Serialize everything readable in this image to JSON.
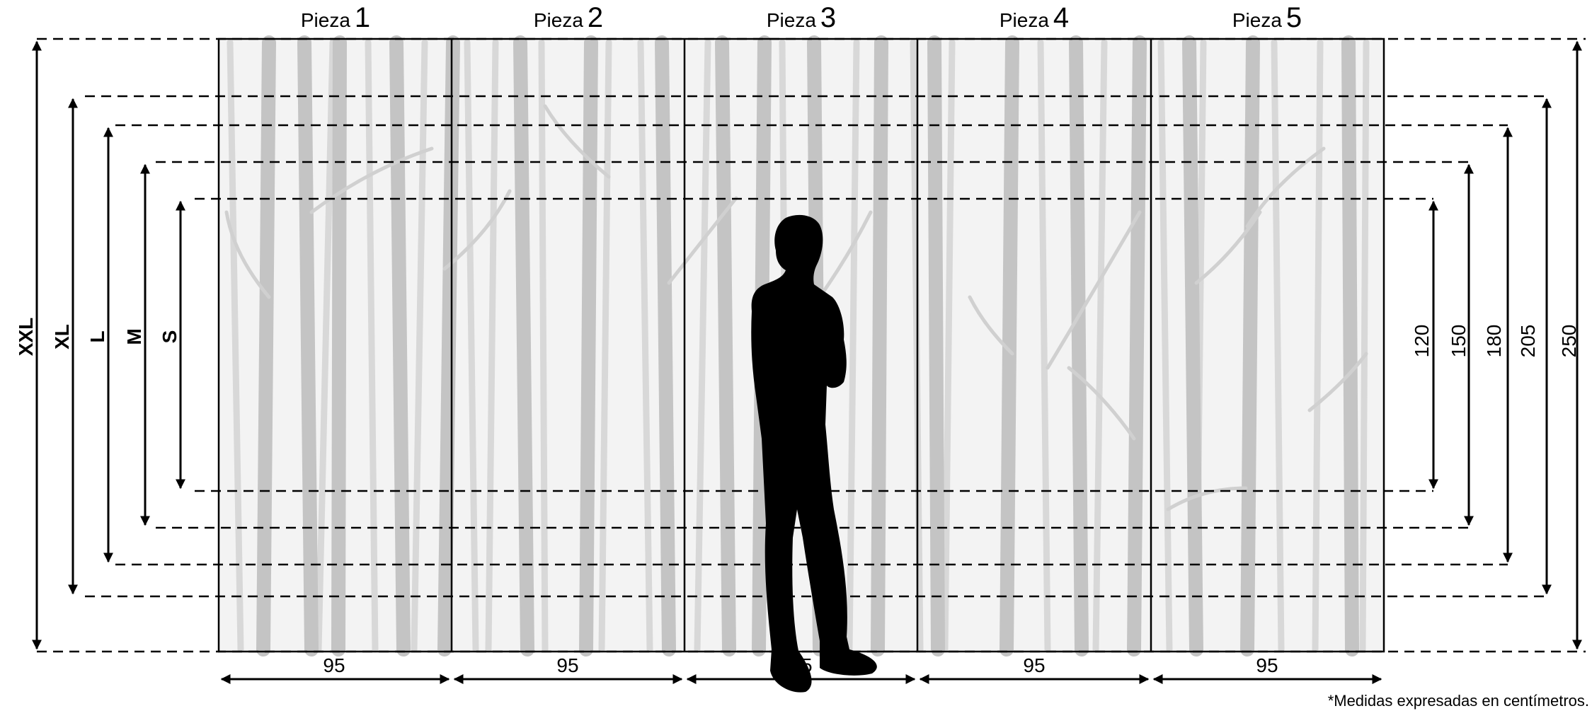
{
  "panels": [
    {
      "word": "Pieza",
      "number": "1",
      "width_label": "95"
    },
    {
      "word": "Pieza",
      "number": "2",
      "width_label": "95"
    },
    {
      "word": "Pieza",
      "number": "3",
      "width_label": "95"
    },
    {
      "word": "Pieza",
      "number": "4",
      "width_label": "95"
    },
    {
      "word": "Pieza",
      "number": "5",
      "width_label": "95"
    }
  ],
  "sizes": [
    {
      "name": "XXL",
      "height_label": "250"
    },
    {
      "name": "XL",
      "height_label": "205"
    },
    {
      "name": "L",
      "height_label": "180"
    },
    {
      "name": "M",
      "height_label": "150"
    },
    {
      "name": "S",
      "height_label": "120"
    }
  ],
  "footnote": "*Medidas expresadas en centímetros.",
  "colors": {
    "line": "#000000",
    "background": "#f3f3f3",
    "trunk": "#cfcfcf",
    "silhouette": "#000000"
  }
}
